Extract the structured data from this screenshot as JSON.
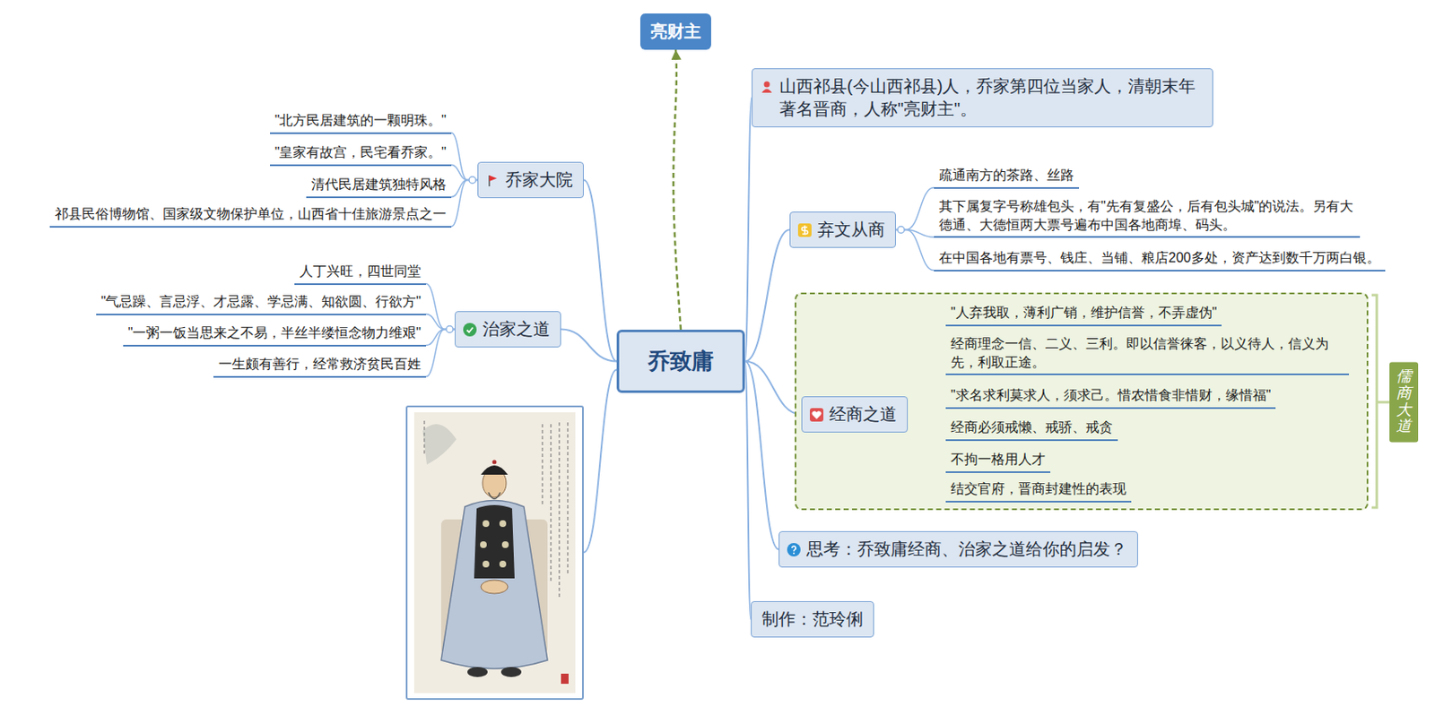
{
  "diagram": {
    "nodes": [
      {
        "text": [
          "乔致庸"
        ]
      },
      {
        "text": [
          "亮财主"
        ]
      },
      {
        "text": [
          "山西祁县(今山西祁县)人，乔家第四位当家人，清朝末年著名晋商，人称\"亮财主\"。"
        ]
      },
      {
        "text": [
          "弃文从商"
        ]
      },
      {
        "text": [
          "疏通南方的茶路、丝路"
        ]
      },
      {
        "text": [
          "其下属复字号称雄包头，有\"先有复盛公，后有包头城\"的说法。另有大德通、大德恒两大票号遍布中国各地商埠、码头。"
        ]
      },
      {
        "text": [
          "在中国各地有票号、钱庄、当铺、粮店200多处，资产达到数千万两白银。"
        ]
      },
      {
        "text": [
          "儒商大道"
        ]
      },
      {
        "text": [
          "经商之道"
        ],
        "in": 7
      },
      {
        "text": [
          "\"人弃我取，薄利广销，维护信誉，不弄虚伪\""
        ],
        "in": 7
      },
      {
        "text": [
          "经商理念一信、二义、三利。即以信誉徕客，以义待人，信义为先，利取正途。"
        ],
        "in": 7
      },
      {
        "text": [
          "\"求名求利莫求人，须求己。惜农惜食非惜财，缘惜福\""
        ],
        "in": 7
      },
      {
        "text": [
          "经商必须戒懒、戒骄、戒贪"
        ],
        "in": 7
      },
      {
        "text": [
          "不拘一格用人才"
        ],
        "in": 7
      },
      {
        "text": [
          "结交官府，晋商封建性的表现"
        ],
        "in": 7
      },
      {
        "text": [
          "思考：乔致庸经商、治家之道给你的启发？"
        ]
      },
      {
        "text": [
          "制作：范玲俐"
        ]
      },
      {
        "text": [
          "乔家大院"
        ]
      },
      {
        "text": [
          "\"北方民居建筑的一颗明珠。\""
        ]
      },
      {
        "text": [
          "\"皇家有故宫，民宅看乔家。\""
        ]
      },
      {
        "text": [
          "清代民居建筑独特风格"
        ]
      },
      {
        "text": [
          "祁县民俗博物馆、国家级文物保护单位，山西省十佳旅游景点之一"
        ]
      },
      {
        "text": [
          "治家之道"
        ]
      },
      {
        "text": [
          "人丁兴旺，四世同堂"
        ]
      },
      {
        "text": [
          "\"气忌躁、言忌浮、才忌露、学忌满、知欲圆、行欲方\""
        ]
      },
      {
        "text": [
          "\"一粥一饭当思来之不易，半丝半缕恒念物力维艰\""
        ]
      },
      {
        "text": [
          "一生颇有善行，经常救济贫民百姓"
        ]
      }
    ],
    "edges": [
      {
        "from": 0,
        "to": 1,
        "arrow": "to"
      },
      {
        "from": 0,
        "to": 2,
        "arrow": "none"
      },
      {
        "from": 0,
        "to": 3,
        "arrow": "none"
      },
      {
        "from": 3,
        "to": 4,
        "arrow": "none"
      },
      {
        "from": 3,
        "to": 5,
        "arrow": "none"
      },
      {
        "from": 3,
        "to": 6,
        "arrow": "none"
      },
      {
        "from": 0,
        "to": 8,
        "arrow": "none"
      },
      {
        "from": 8,
        "to": 9,
        "arrow": "none"
      },
      {
        "from": 8,
        "to": 10,
        "arrow": "none"
      },
      {
        "from": 8,
        "to": 11,
        "arrow": "none"
      },
      {
        "from": 8,
        "to": 12,
        "arrow": "none"
      },
      {
        "from": 8,
        "to": 13,
        "arrow": "none"
      },
      {
        "from": 8,
        "to": 14,
        "arrow": "none"
      },
      {
        "from": 0,
        "to": 15,
        "arrow": "none"
      },
      {
        "from": 0,
        "to": 16,
        "arrow": "none"
      },
      {
        "from": 0,
        "to": 17,
        "arrow": "none"
      },
      {
        "from": 17,
        "to": 18,
        "arrow": "none"
      },
      {
        "from": 17,
        "to": 19,
        "arrow": "none"
      },
      {
        "from": 17,
        "to": 20,
        "arrow": "none"
      },
      {
        "from": 17,
        "to": 21,
        "arrow": "none"
      },
      {
        "from": 0,
        "to": 22,
        "arrow": "none"
      },
      {
        "from": 22,
        "to": 23,
        "arrow": "none"
      },
      {
        "from": 22,
        "to": 24,
        "arrow": "none"
      },
      {
        "from": 22,
        "to": 25,
        "arrow": "none"
      },
      {
        "from": 22,
        "to": 26,
        "arrow": "none"
      }
    ]
  }
}
